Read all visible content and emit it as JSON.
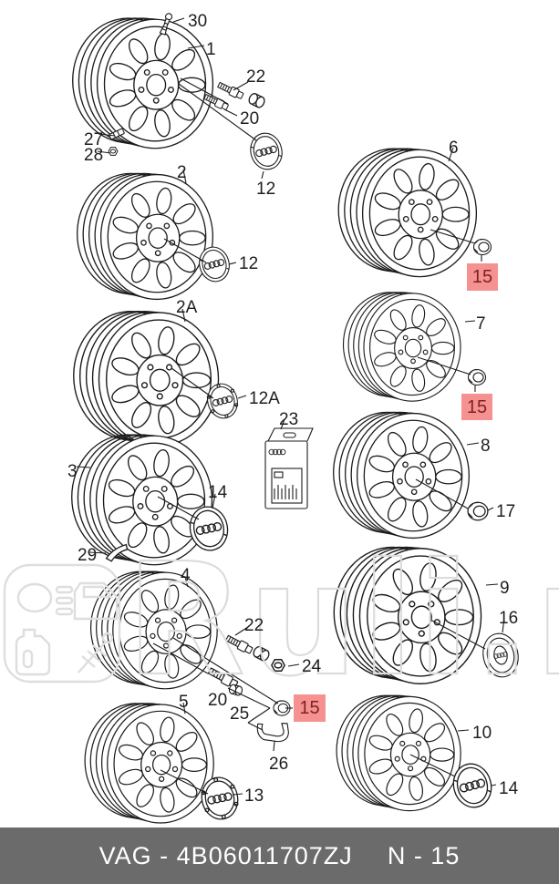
{
  "watermark": {
    "text": "Ruli.ru"
  },
  "footer": {
    "catalog_code": "VAG - 4B06011707ZJ",
    "page_ref": "N - 15"
  },
  "colors": {
    "line": "#1c1c1c",
    "highlight_bg": "#f59191",
    "highlight_text": "#7c241e",
    "footer_bg": "#6b6b6b",
    "watermark": "#dcdcdc"
  },
  "callouts": [
    {
      "text": "30"
    },
    {
      "text": "1"
    },
    {
      "text": "22"
    },
    {
      "text": "20"
    },
    {
      "text": "27"
    },
    {
      "text": "28"
    },
    {
      "text": "12"
    },
    {
      "text": "2"
    },
    {
      "text": "12"
    },
    {
      "text": "2A"
    },
    {
      "text": "12A"
    },
    {
      "text": "23"
    },
    {
      "text": "3"
    },
    {
      "text": "14"
    },
    {
      "text": "29"
    },
    {
      "text": "4"
    },
    {
      "text": "22"
    },
    {
      "text": "24"
    },
    {
      "text": "20"
    },
    {
      "text": "25"
    },
    {
      "text": "15",
      "highlight": true
    },
    {
      "text": "26"
    },
    {
      "text": "5"
    },
    {
      "text": "13"
    },
    {
      "text": "6"
    },
    {
      "text": "15",
      "highlight": true
    },
    {
      "text": "7"
    },
    {
      "text": "15",
      "highlight": true
    },
    {
      "text": "8"
    },
    {
      "text": "17"
    },
    {
      "text": "9"
    },
    {
      "text": "16"
    },
    {
      "text": "10"
    },
    {
      "text": "14"
    }
  ]
}
